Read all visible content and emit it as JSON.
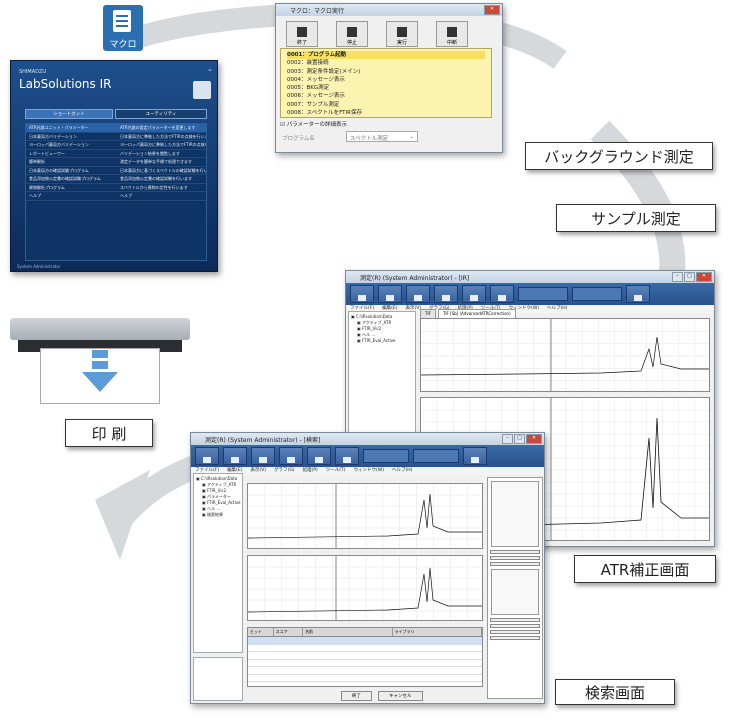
{
  "macro_icon": {
    "label": "マクロ"
  },
  "labels": {
    "background": "バックグラウンド測定",
    "sample": "サンプル測定",
    "atr": "ATR補正画面",
    "search": "検索画面",
    "print": "印 刷"
  },
  "launcher": {
    "brand": "SHIMADZU",
    "title": "LabSolutions IR",
    "tabs": [
      "ショートカット",
      "ユーティリティ"
    ],
    "items": [
      {
        "name": "ATR光路ユニット・パラメーター",
        "desc": "ATR光路の設定パラメーターを変更します"
      },
      {
        "name": "日本薬局方バリデーション",
        "desc": "日本薬局方に準拠した方法でFTIRの点検を行います"
      },
      {
        "name": "ヨーロッパ薬局方バリデーション",
        "desc": "ヨーロッパ薬局方に準拠した方法でFTIRの点検を行います"
      },
      {
        "name": "レポートビューワー",
        "desc": "バリデーション結果を閲覧します"
      },
      {
        "name": "簡単解析",
        "desc": "測定データを簡単な手順で処理できます"
      },
      {
        "name": "日本薬局方の確認試験プログラム",
        "desc": "日本薬局方に基づくスペクトルの確認試験を行います"
      },
      {
        "name": "食品添加物公定書の確認試験プログラム",
        "desc": "食品添加物公定書の確認試験を行います"
      },
      {
        "name": "異物解析プログラム",
        "desc": "スペクトルから異物の定性を行います"
      },
      {
        "name": "ヘルプ",
        "desc": "ヘルプ"
      }
    ],
    "footer": "System Administrator"
  },
  "macro_window": {
    "title": "マクロ：マクロ実行",
    "buttons": [
      "終了",
      "停止",
      "実行",
      "中断"
    ],
    "steps": [
      "0001：プログラム起動",
      "0002：装置接続",
      "0003：測定条件設定(メイン)",
      "0004：メッセージ表示",
      "0005：BKG測定",
      "0006：メッセージ表示",
      "0007：サンプル測定",
      "0008：スペクトルをFTIR保存"
    ],
    "checkbox": "パラメーターの詳細表示",
    "program_label": "プログラム名",
    "program_value": "スペクトル測定"
  },
  "atr_window": {
    "title": "測定(R) (System Administrator) - [IR]",
    "menu": [
      "ファイル(F)",
      "編集(E)",
      "表示(V)",
      "グラフ(G)",
      "処理(P)",
      "ツール(T)",
      "ウィンドウ(W)",
      "ヘルプ(H)"
    ],
    "tree": [
      "▣ C:\\IRsolution\\Data",
      "▣ アクティブ_ATR",
      "▣ FTIR_Vic2",
      "▣ ヘル ...",
      "▣ FTIR_Eval_Active"
    ],
    "tabs": [
      "TIF",
      "TIF [Sb] (AdvancedATRCorrection)"
    ]
  },
  "search_window": {
    "title": "測定(R) (System Administrator) - [検索]",
    "menu": [
      "ファイル(F)",
      "編集(E)",
      "表示(V)",
      "グラフ(G)",
      "処理(P)",
      "ツール(T)",
      "ウィンドウ(W)",
      "ヘルプ(H)"
    ],
    "tree": [
      "▣ C:\\IRsolution\\Data",
      "▣ アクティブ_ATR",
      "▣ FTIR_Vic2",
      "▣ パラメーター",
      "▣ FTIR_Eval_Active",
      "▣ ヘル ...",
      "▣ 検索結果"
    ],
    "table_headers": [
      "ヒット",
      "スコア",
      "名前",
      "ライブラリ"
    ],
    "bottom_buttons": [
      "終了",
      "キャンセル"
    ]
  }
}
